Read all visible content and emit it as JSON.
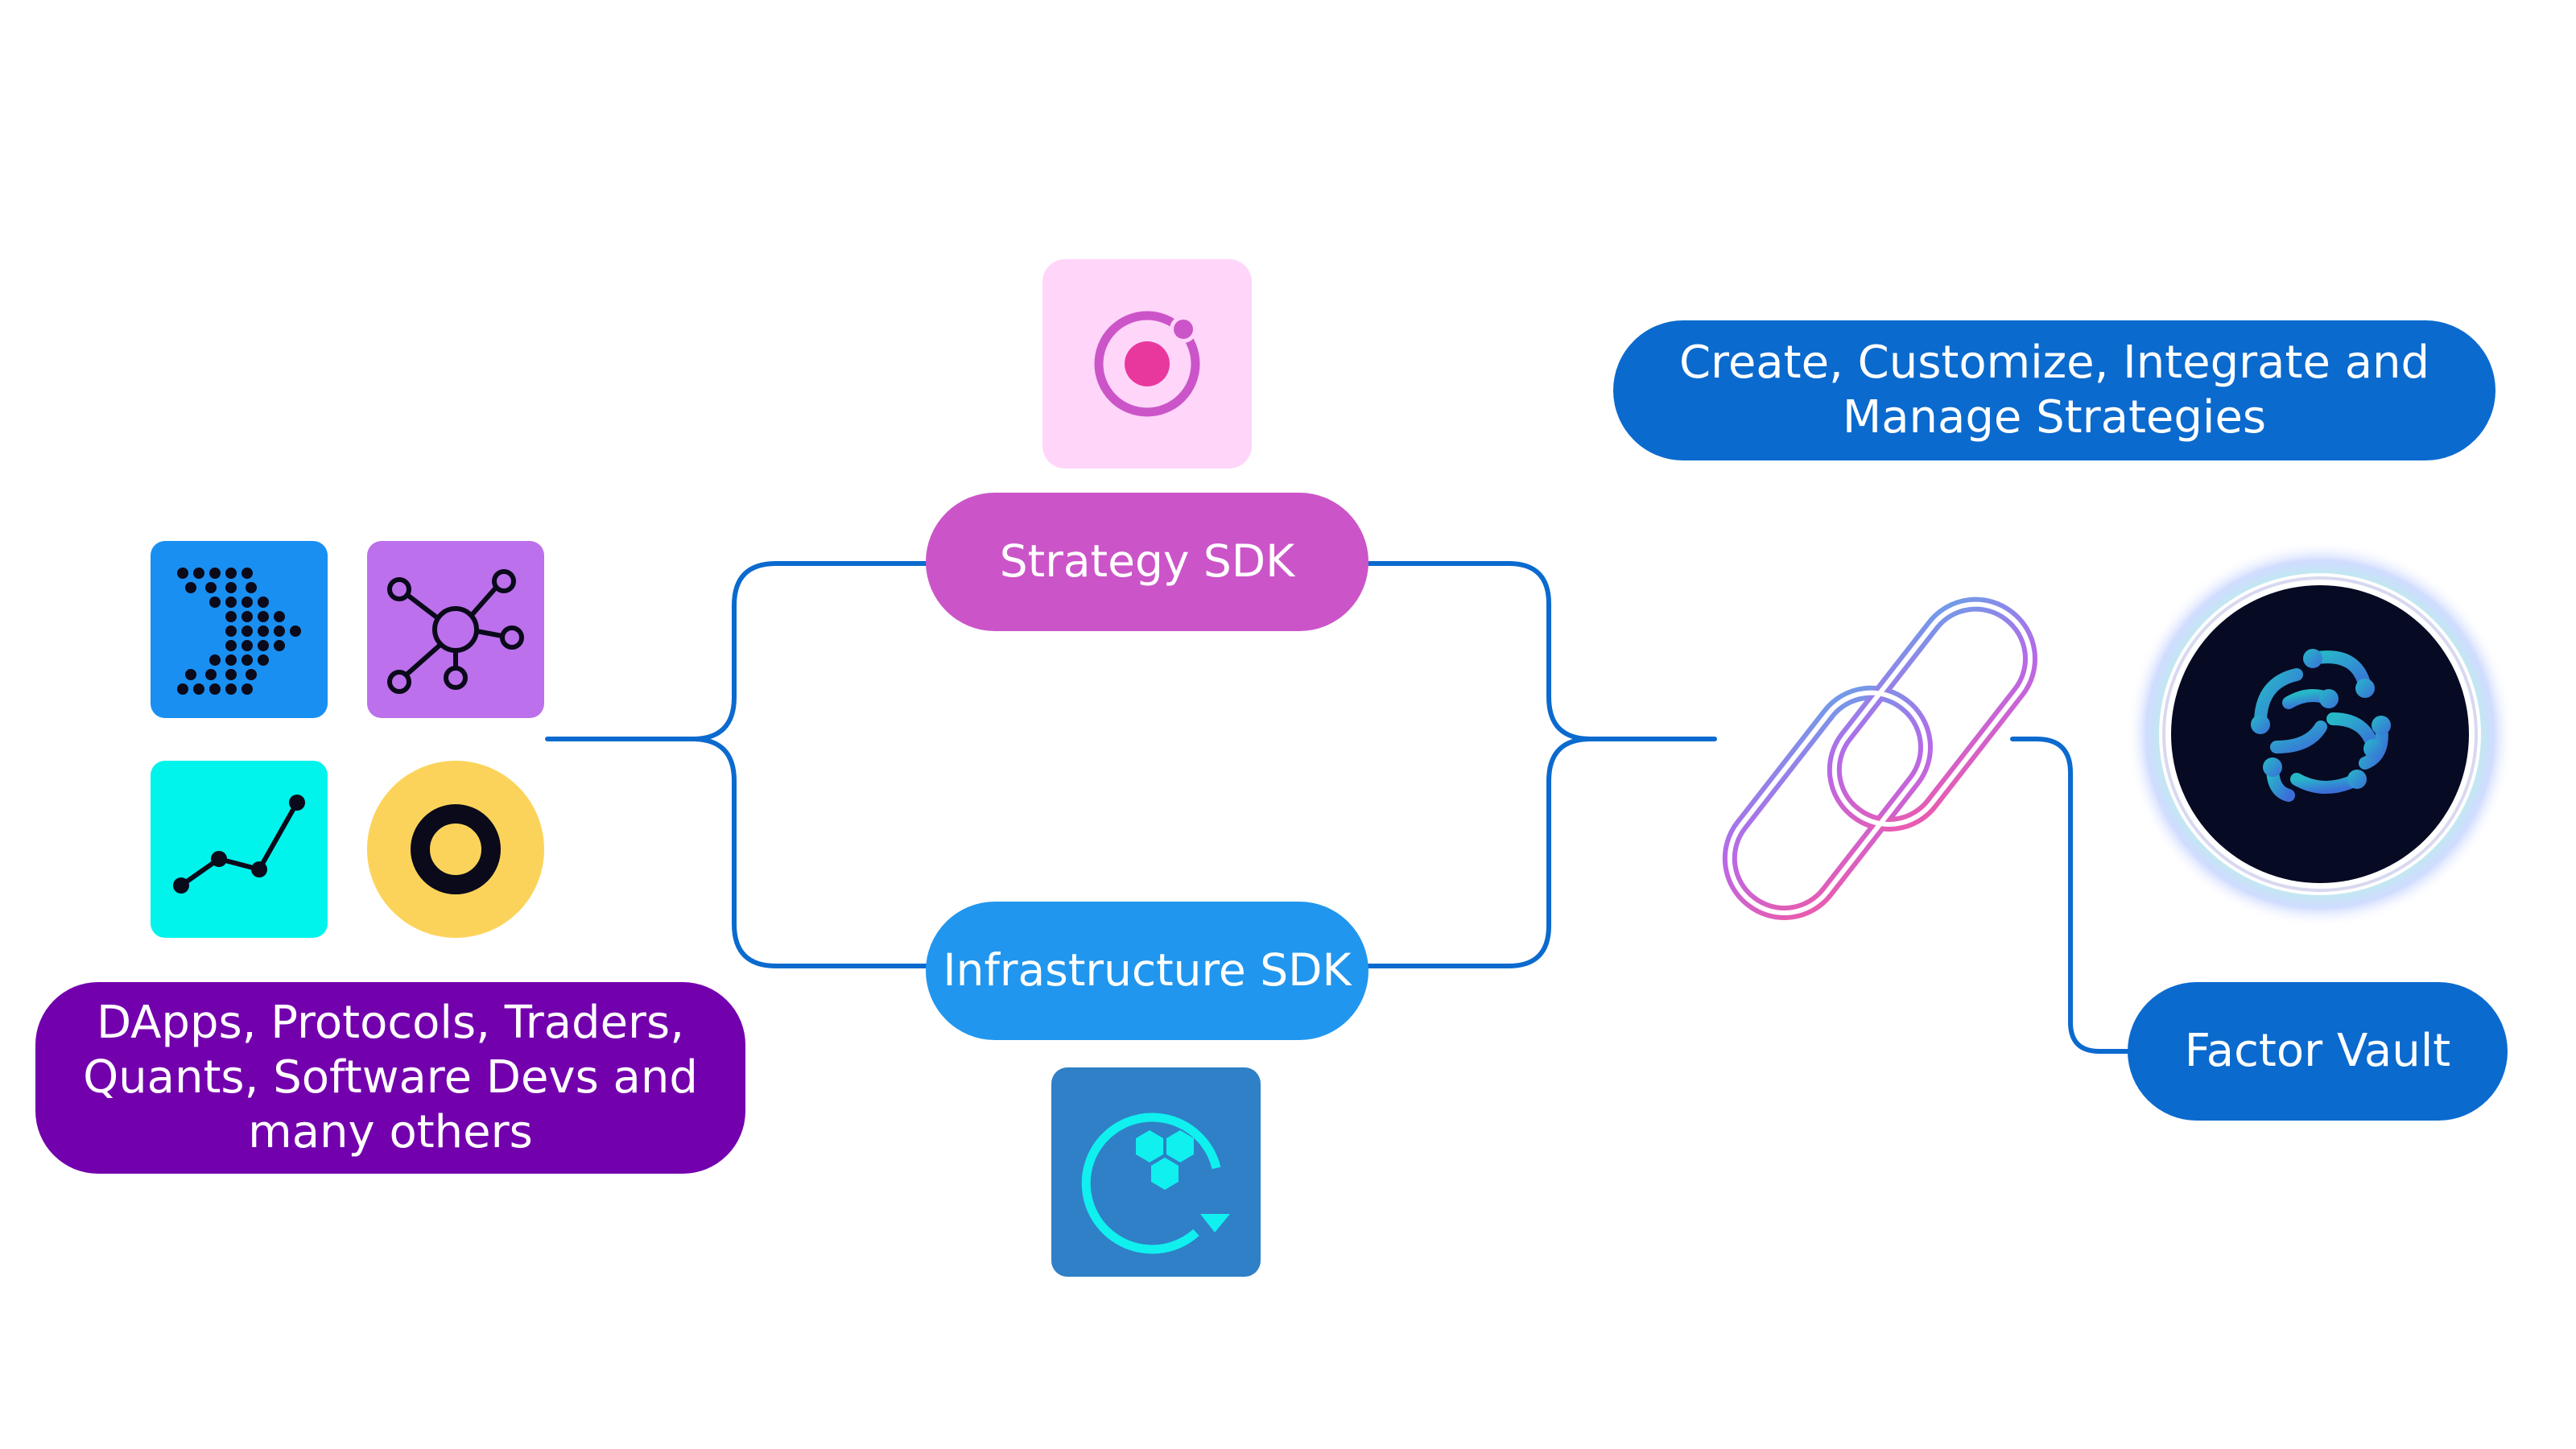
{
  "audience": {
    "label": "DApps, Protocols, Traders,\nQuants, Software Devs and\nmany others"
  },
  "sdks": {
    "strategy": {
      "label": "Strategy SDK"
    },
    "infrastructure": {
      "label": "Infrastructure SDK"
    }
  },
  "tagline": {
    "label": "Create, Customize, Integrate and\nManage Strategies"
  },
  "vault": {
    "label": "Factor Vault"
  },
  "icons": {
    "tile_1": "dot-arrow-icon",
    "tile_2": "network-nodes-icon",
    "tile_3": "line-chart-icon",
    "tile_4": "ring-icon",
    "strategy": "ionic-target-icon",
    "infrastructure": "hexagon-cycle-icon",
    "link": "chain-link-icon",
    "vault": "factor-brain-logo"
  },
  "colors": {
    "connector": "#0b6ace",
    "audience": "#7300ad",
    "strategy": "#cb55c8",
    "infrastructure": "#2196ee",
    "tagline": "#0b6ace",
    "vault": "#0b6ace"
  }
}
